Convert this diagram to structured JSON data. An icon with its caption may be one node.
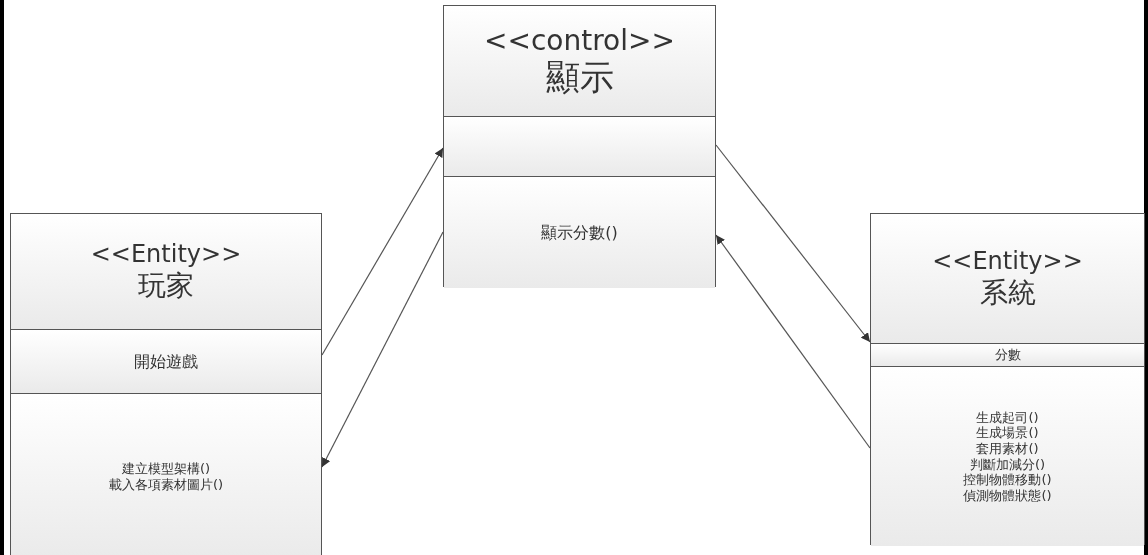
{
  "diagram": {
    "nodes": [
      {
        "text": [
          "<<Entity>>",
          "玩家",
          "開始遊戲",
          "建立模型架構()",
          "載入各項素材圖片()"
        ]
      },
      {
        "text": [
          "<<control>>",
          "顯示",
          "顯示分數()"
        ]
      },
      {
        "text": [
          "<<Entity>>",
          "系統",
          "分數",
          "生成起司()",
          "生成場景()",
          "套用素材()",
          "判斷加減分()",
          "控制物體移動()",
          "偵測物體狀態()"
        ]
      }
    ],
    "edges": [
      {
        "from": 0,
        "to": 1,
        "arrow": "to"
      },
      {
        "from": 1,
        "to": 0,
        "arrow": "to"
      },
      {
        "from": 1,
        "to": 2,
        "arrow": "to"
      },
      {
        "from": 2,
        "to": 1,
        "arrow": "to"
      }
    ]
  }
}
